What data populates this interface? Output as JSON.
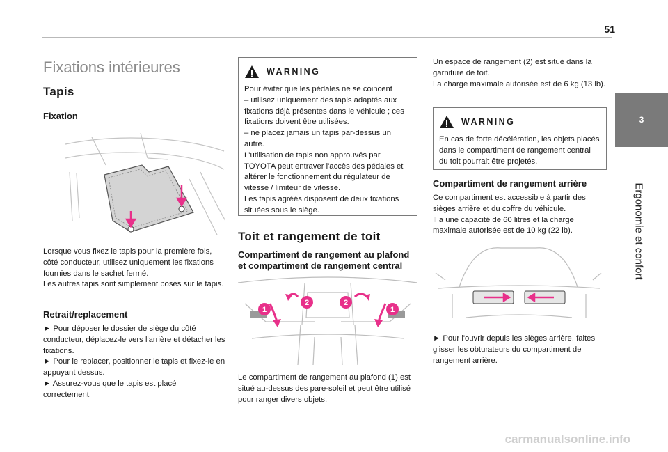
{
  "page": {
    "number": "51"
  },
  "side_tab": {
    "number": "3",
    "label": "Ergonomie et confort"
  },
  "col1": {
    "title": "Fixations intérieures",
    "section": "Tapis",
    "subsection": "Fixation",
    "para1": "Lorsque vous fixez le tapis pour la première fois, côté conducteur, utilisez uniquement les fixations fournies dans le sachet fermé.\nLes autres tapis sont simplement posés sur le tapis.",
    "subsection2": "Retrait/replacement",
    "para2": "► Pour déposer le dossier de siège du côté conducteur, déplacez-le vers l'arrière et détacher les fixations.\n► Pour le replacer, positionner le tapis et fixez-le en appuyant dessus.\n► Assurez-vous que le tapis est placé correctement,"
  },
  "col2": {
    "warning_title": "WARNING",
    "warning_text": "Pour éviter que les pédales ne se coincent\n–  utilisez uniquement des tapis adaptés aux fixations déjà présentes dans le véhicule ; ces fixations doivent être utilisées.\n–  ne placez jamais un tapis par-dessus un autre.\nL'utilisation de tapis non approuvés par TOYOTA peut entraver l'accès des pédales et altérer le fonctionnement du régulateur de vitesse / limiteur de vitesse.\nLes tapis agréés disposent de deux fixations situées sous le siège.",
    "section": "Toit et rangement de toit",
    "subsection": "Compartiment de rangement au plafond et compartiment de rangement central",
    "label1": "1",
    "label2": "2",
    "caption": "Le compartiment de rangement au plafond (1) est situé au-dessus des pare-soleil et peut être utilisé pour ranger divers objets."
  },
  "col3": {
    "para1": "Un espace de rangement (2) est situé dans la garniture de toit.\nLa charge maximale autorisée est de 6 kg (13 lb).",
    "warning_title": "WARNING",
    "warning_text": "En cas de forte décélération, les objets placés dans le compartiment de rangement central du toit pourrait être projetés.",
    "subsection": "Compartiment de rangement arrière",
    "para2": "Ce compartiment est accessible à partir des sièges arrière et du coffre du véhicule.\nIl a une capacité de 60 litres et la charge maximale autorisée est de  10 kg (22 lb).",
    "para3": "► Pour l'ouvrir depuis les sièges arrière, faites glisser les obturateurs du compartiment de rangement arrière."
  },
  "watermark": "carmanualsonline.info",
  "colors": {
    "accent": "#e8308a",
    "tab": "#7a7a7a"
  }
}
